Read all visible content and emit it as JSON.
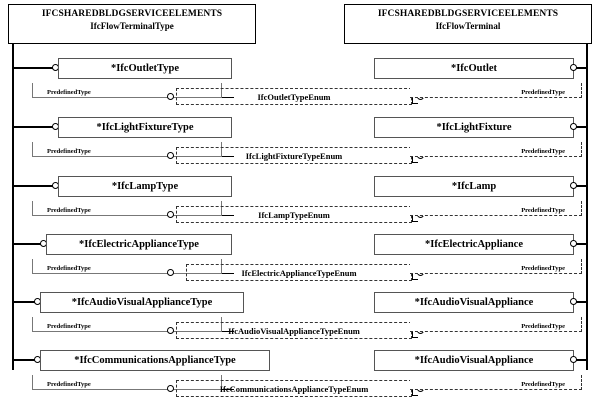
{
  "diagram": {
    "title": "IFC Shared Building Service Elements — Flow Terminal Type diagram",
    "packages": {
      "left": {
        "schema": "IFCSHAREDBLDGSERVICEELEMENTS",
        "name": "IfcFlowTerminalType"
      },
      "right": {
        "schema": "IFCSHAREDBLDGSERVICEELEMENTS",
        "name": "IfcFlowTerminal"
      }
    },
    "attribute_label": "PredefinedType",
    "rows": [
      {
        "type_entity": "*IfcOutletType",
        "occurrence_entity": "*IfcOutlet",
        "enum": "IfcOutletTypeEnum",
        "left_attribute": "PredefinedType",
        "right_attribute": "PredefinedType"
      },
      {
        "type_entity": "*IfcLightFixtureType",
        "occurrence_entity": "*IfcLightFixture",
        "enum": "IfcLightFixtureTypeEnum",
        "left_attribute": "PredefinedType",
        "right_attribute": "PredefinedType"
      },
      {
        "type_entity": "*IfcLampType",
        "occurrence_entity": "*IfcLamp",
        "enum": "IfcLampTypeEnum",
        "left_attribute": "PredefinedType",
        "right_attribute": "PredefinedType"
      },
      {
        "type_entity": "*IfcElectricApplianceType",
        "occurrence_entity": "*IfcElectricAppliance",
        "enum": "IfcElectricApplianceTypeEnum",
        "left_attribute": "PredefinedType",
        "right_attribute": "PredefinedType"
      },
      {
        "type_entity": "*IfcAudioVisualApplianceType",
        "occurrence_entity": "*IfcAudioVisualAppliance",
        "enum": "IfcAudioVisualApplianceTypeEnum",
        "left_attribute": "PredefinedType",
        "right_attribute": "PredefinedType"
      },
      {
        "type_entity": "*IfcCommunicationsApplianceType",
        "occurrence_entity": "*IfcAudioVisualAppliance",
        "enum": "IfcCommunicationsApplianceTypeEnum",
        "left_attribute": "PredefinedType",
        "right_attribute": "PredefinedType"
      }
    ],
    "colors": {
      "stroke": "#000000",
      "box_stroke": "#555555",
      "background": "#ffffff"
    }
  }
}
